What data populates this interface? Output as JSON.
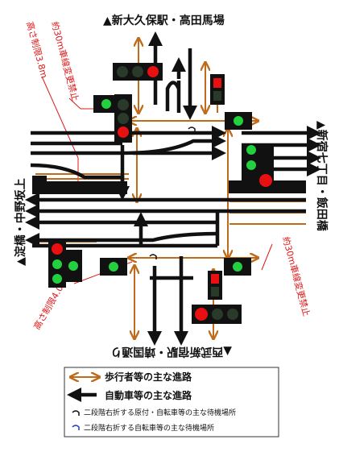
{
  "directions": {
    "north": "▲新大久保駅・高田馬場",
    "east": "▲新宿七丁目・飯田橋",
    "west": "▲淀橋・中野坂上",
    "south": "▲西武新宿駅・靖国通り"
  },
  "notes": {
    "height_limit_left": "高さ制限3.8m",
    "lane_change_prohibited": "約30m車線変更禁止",
    "height_limit_bottom": "高さ制限4.0m",
    "lane_change_prohibited_right": "約30m車線変更禁止"
  },
  "legend": {
    "pedestrian": "歩行者等の主な進路",
    "vehicle": "自動車等の主な進路",
    "moped_wait": "二段階右折する原付・自転車等の主な待機場所",
    "bicycle_wait": "二段階右折する自転車等の主な待機場所"
  },
  "colors": {
    "pedestrian_path": "#c06a1c",
    "vehicle_path": "#111111",
    "signal_red": "#e81010",
    "signal_green": "#22d040",
    "signal_off": "#2a3a2a",
    "note_red": "#e01818",
    "bicycle_blue": "#1a3ccc"
  }
}
